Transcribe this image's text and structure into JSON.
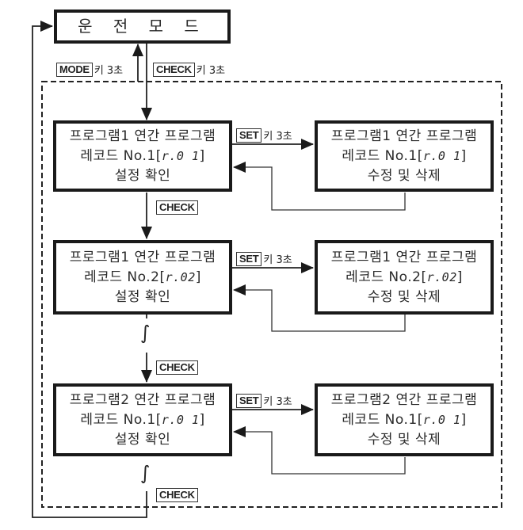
{
  "title_box": {
    "label": "운 전 모 드"
  },
  "top_keys": {
    "mode": {
      "key": "MODE",
      "suffix": "키 3초"
    },
    "check": {
      "key": "CHECK",
      "suffix": "키 3초"
    }
  },
  "rows": [
    {
      "left": {
        "line1": "프로그램1 연간 프로그램",
        "line2_prefix": "레코드 No.1[",
        "line2_code": "r.0 1",
        "line2_suffix": "]",
        "line3": "설정 확인"
      },
      "right": {
        "line1": "프로그램1 연간 프로그램",
        "line2_prefix": "레코드 No.1[",
        "line2_code": "r.0 1",
        "line2_suffix": "]",
        "line3": "수정 및 삭제"
      },
      "set_key": {
        "key": "SET",
        "suffix": "키 3초"
      }
    },
    {
      "left": {
        "line1": "프로그램1 연간 프로그램",
        "line2_prefix": "레코드 No.2[",
        "line2_code": "r.02",
        "line2_suffix": "]",
        "line3": "설정 확인"
      },
      "right": {
        "line1": "프로그램1 연간 프로그램",
        "line2_prefix": "레코드 No.2[",
        "line2_code": "r.02",
        "line2_suffix": "]",
        "line3": "수정 및 삭제"
      },
      "set_key": {
        "key": "SET",
        "suffix": "키 3초"
      }
    },
    {
      "left": {
        "line1": "프로그램2 연간 프로그램",
        "line2_prefix": "레코드 No.1[",
        "line2_code": "r.0 1",
        "line2_suffix": "]",
        "line3": "설정 확인"
      },
      "right": {
        "line1": "프로그램2 연간 프로그램",
        "line2_prefix": "레코드 No.1[",
        "line2_code": "r.0 1",
        "line2_suffix": "]",
        "line3": "수정 및 삭제"
      },
      "set_key": {
        "key": "SET",
        "suffix": "키 3초"
      }
    }
  ],
  "check_labels": {
    "c1": "CHECK",
    "c2": "CHECK",
    "c3": "CHECK"
  },
  "squiggle": "∫"
}
